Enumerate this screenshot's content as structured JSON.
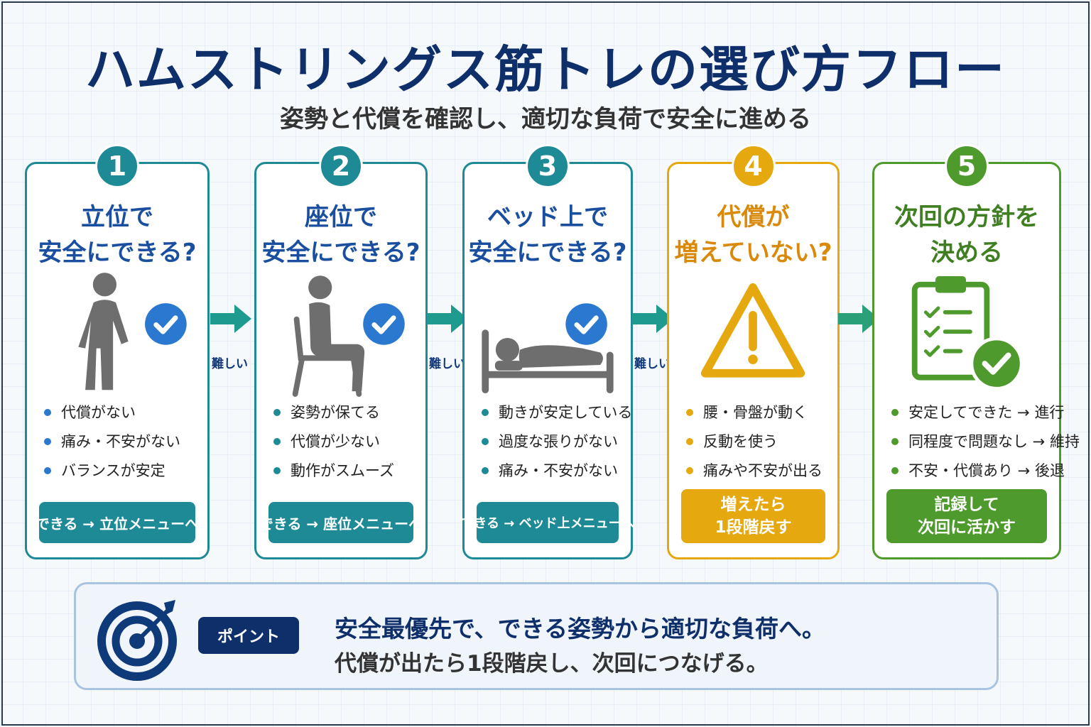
{
  "header": {
    "title": "ハムストリングス筋トレの選び方フロー",
    "subtitle": "姿勢と代償を確認し、適切な負荷で安全に進める"
  },
  "colors": {
    "teal": "#1e8a96",
    "blue": "#2a78d0",
    "orange": "#e6a80f",
    "green": "#4e9a2c",
    "navy": "#0f2f6b"
  },
  "steps": [
    {
      "number": "1",
      "title_line1": "立位で",
      "title_line2": "安全にできる?",
      "icon": "standing-person-icon",
      "items": [
        "代償がない",
        "痛み・不安がない",
        "バランスが安定"
      ],
      "action_line1": "できる → 立位メニューへ",
      "action_line2": ""
    },
    {
      "number": "2",
      "title_line1": "座位で",
      "title_line2": "安全にできる?",
      "icon": "seated-person-icon",
      "items": [
        "姿勢が保てる",
        "代償が少ない",
        "動作がスムーズ"
      ],
      "action_line1": "できる → 座位メニューへ",
      "action_line2": ""
    },
    {
      "number": "3",
      "title_line1": "ベッド上で",
      "title_line2": "安全にできる?",
      "icon": "lying-person-icon",
      "items": [
        "動きが安定している",
        "過度な張りがない",
        "痛み・不安がない"
      ],
      "action_line1": "できる → ベッド上メニューへ",
      "action_line2": ""
    },
    {
      "number": "4",
      "title_line1": "代償が",
      "title_line2": "増えていない?",
      "icon": "warning-icon",
      "items": [
        "腰・骨盤が動く",
        "反動を使う",
        "痛みや不安が出る"
      ],
      "action_line1": "増えたら",
      "action_line2": "1段階戻す"
    },
    {
      "number": "5",
      "title_line1": "次回の方針を",
      "title_line2": "決める",
      "icon": "clipboard-check-icon",
      "items": [
        "安定してできた → 進行",
        "同程度で問題なし → 維持",
        "不安・代償あり → 後退"
      ],
      "action_line1": "記録して",
      "action_line2": "次回に活かす"
    }
  ],
  "arrow_labels": [
    "難しい",
    "難しい",
    "難しい"
  ],
  "point": {
    "badge": "ポイント",
    "main": "安全最優先で、できる姿勢から適切な負荷へ。",
    "sub": "代償が出たら1段階戻し、次回につなげる。"
  }
}
